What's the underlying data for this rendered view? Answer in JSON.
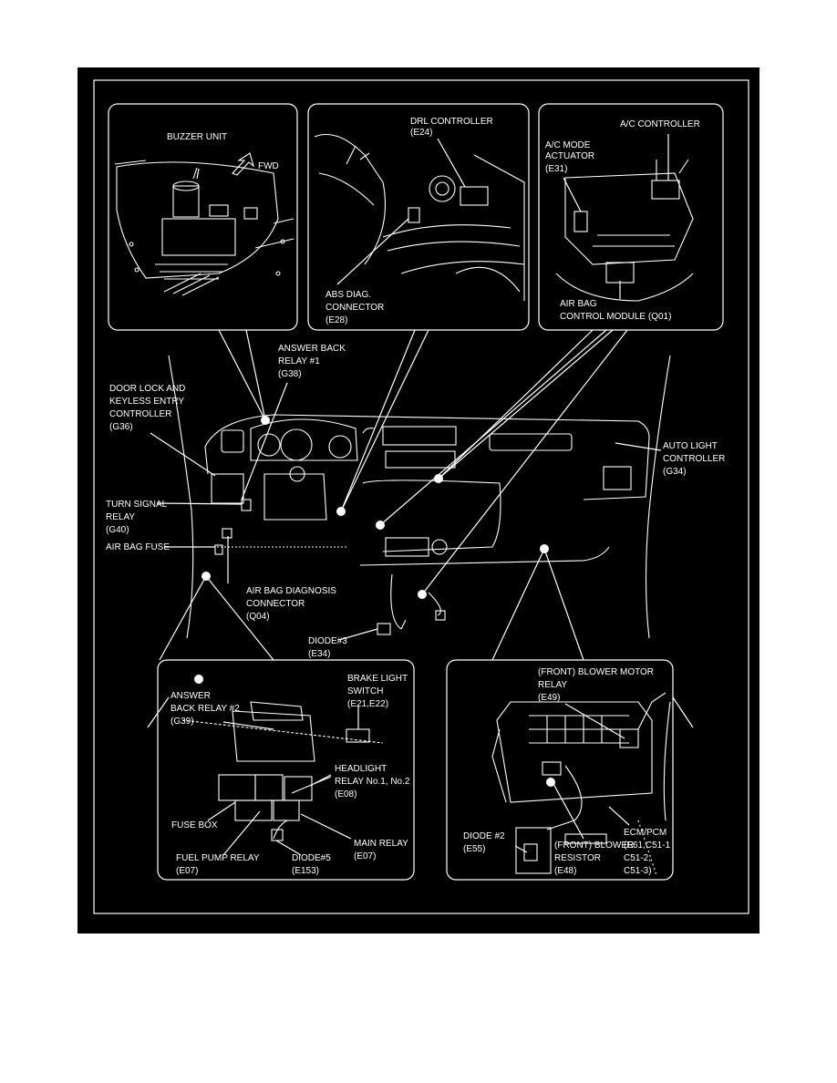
{
  "colors": {
    "background": "#000000",
    "ink": "#ffffff",
    "page": "#ffffff"
  },
  "icons": [
    "fwd-arrow-icon"
  ],
  "labels": {
    "buzzer_unit": "BUZZER UNIT",
    "fwd": "FWD",
    "drl_controller": "DRL CONTROLLER",
    "drl_code": "(E24)",
    "abs_l1": "ABS DIAG.",
    "abs_l2": "CONNECTOR",
    "abs_code": "(E28)",
    "ac_controller": "A/C CONTROLLER",
    "ac_mode_l1": "A/C MODE",
    "ac_mode_l2": "ACTUATOR",
    "ac_mode_code": "(E31)",
    "airbag_cm_l1": "AIR BAG",
    "airbag_cm_l2": "CONTROL MODULE (Q01)",
    "answer_back1_l1": "ANSWER BACK",
    "answer_back1_l2": "RELAY #1",
    "answer_back1_code": "(G38)",
    "door_lock_l1": "DOOR LOCK AND",
    "door_lock_l2": "KEYLESS ENTRY",
    "door_lock_l3": "CONTROLLER",
    "door_lock_code": "(G36)",
    "turn_signal_l1": "TURN SIGNAL",
    "turn_signal_l2": "RELAY",
    "turn_signal_code": "(G40)",
    "airbag_fuse": "AIR BAG FUSE",
    "airbag_diag_l1": "AIR BAG DIAGNOSIS",
    "airbag_diag_l2": "CONNECTOR",
    "airbag_diag_code": "(Q04)",
    "diode3": "DIODE#3",
    "diode3_code": "(E34)",
    "auto_light_l1": "AUTO LIGHT",
    "auto_light_l2": "CONTROLLER",
    "auto_light_code": "(G34)",
    "answer_back2_l1": "ANSWER",
    "answer_back2_l2": "BACK RELAY #2",
    "answer_back2_code": "(G39)",
    "brake_light_l1": "BRAKE LIGHT",
    "brake_light_l2": "SWITCH",
    "brake_light_code": "(E21,E22)",
    "headlight_l1": "HEADLIGHT",
    "headlight_l2": "RELAY No.1, No.2",
    "headlight_code": "(E08)",
    "fuse_box": "FUSE BOX",
    "main_relay": "MAIN RELAY",
    "main_relay_code": "(E07)",
    "fuel_pump": "FUEL PUMP RELAY",
    "fuel_pump_code": "(E07)",
    "diode5": "DIODE#5",
    "diode5_code": "(E153)",
    "blower_relay_l1": "(FRONT) BLOWER MOTOR",
    "blower_relay_l2": "RELAY",
    "blower_relay_code": "(E49)",
    "diode2": "DIODE #2",
    "diode2_code": "(E55)",
    "blower_res_l1": "(FRONT) BLOWER",
    "blower_res_l2": "RESISTOR",
    "blower_res_code": "(E48)",
    "ecm_l1": "ECM/PCM",
    "ecm_l2": "(E61,C51-1",
    "ecm_l3": "C51-2,",
    "ecm_l4": "C51-3)"
  }
}
